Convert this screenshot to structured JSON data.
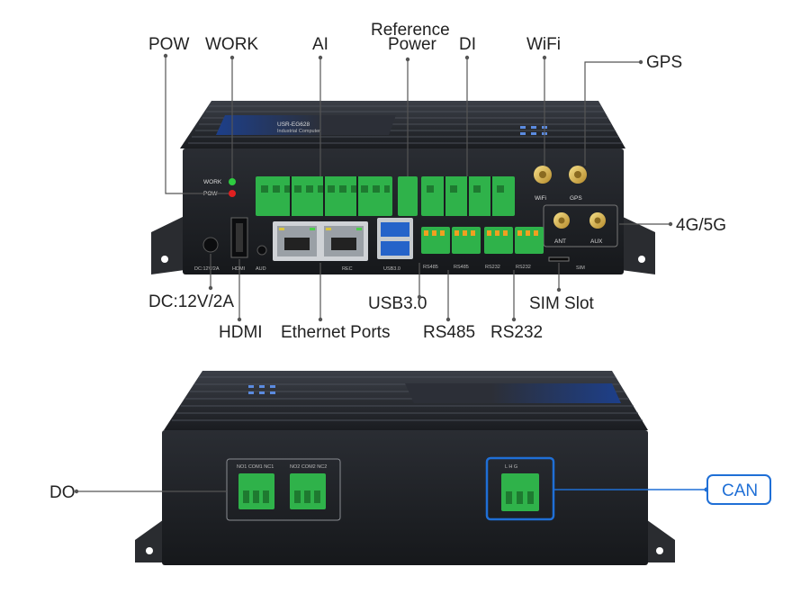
{
  "callouts": {
    "pow": "POW",
    "work": "WORK",
    "ai": "AI",
    "reference_power_1": "Reference",
    "reference_power_2": "Power",
    "di": "DI",
    "wifi": "WiFi",
    "gps": "GPS",
    "g4g5": "4G/5G",
    "dc": "DC:12V/2A",
    "hdmi": "HDMI",
    "ethernet": "Ethernet Ports",
    "usb": "USB3.0",
    "rs485": "RS485",
    "rs232": "RS232",
    "sim": "SIM Slot",
    "do": "DO",
    "can": "CAN"
  },
  "device_labels": {
    "brand": "USR-EG628",
    "subtitle": "Industrial Computer",
    "work_led": "WORK",
    "pow_led": "POW",
    "dc_port": "DC:12V/2A",
    "hdmi_port": "HDMI",
    "aud_port": "AUD",
    "rec_port": "REC",
    "usb_port": "USB3.0",
    "rs485_a": "RS485",
    "rs485_b": "RS485",
    "rs232_a": "RS232",
    "rs232_b": "RS232",
    "sim_port": "SIM",
    "wifi_ant": "WiFi",
    "gps_ant": "GPS",
    "ant": "ANT",
    "aux": "AUX",
    "do_pins_1": "NO1 COM1 NC1",
    "do_pins_2": "NO2 COM2 NC2",
    "can_pins": "L  H  G"
  },
  "colors": {
    "accent_blue": "#1f6fd6",
    "terminal_green": "#2fb24a",
    "terminal_orange": "#f0a020",
    "led_green": "#2ecc40",
    "led_red": "#e02020",
    "body_dark": "#1e2024"
  }
}
